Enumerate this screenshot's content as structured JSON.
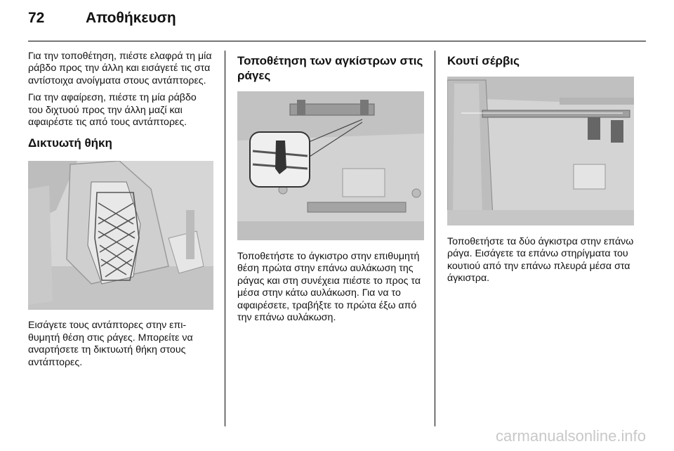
{
  "header": {
    "page_number": "72",
    "section_title": "Αποθήκευση"
  },
  "col1": {
    "p1": "Για την τοποθέτηση, πιέστε ελαφρά τη μία ράβδο προς την άλλη και εισάγετέ τις στα αντίστοιχα ανοίγματα στους αντάπτορες.",
    "p2": "Για την αφαίρεση, πιέστε τη μία ράβδο του διχτυού προς την άλλη μαζί και αφαιρέστε τις από τους αντάπτορες.",
    "heading": "Δικτυωτή θήκη",
    "p3": "Εισάγετε τους αντάπτορες στην επι­θυμητή θέση στις ράγες. Μπορείτε να αναρτήσετε τη δικτυωτή θήκη στους αντάπτορες."
  },
  "col2": {
    "heading": "Τοποθέτηση των αγκίστρων στις ράγες",
    "p1": "Τοποθετήστε το άγκιστρο στην επιθυ­μητή θέση πρώτα στην επάνω αυλά­κωση της ράγας και στη συνέχεια πιέ­στε το προς τα μέσα στην κάτω αυλά­κωση. Για να το αφαιρέσετε, τραβήξτε το πρώτα έξω από την επάνω αυλά­κωση."
  },
  "col3": {
    "heading": "Κουτί σέρβις",
    "p1": "Τοποθετήστε τα δύο άγκιστρα στην επάνω ράγα. Εισάγετε τα επάνω στη­ρίγματα του κουτιού από την επάνω πλευρά μέσα στα άγκιστρα."
  },
  "footer": {
    "watermark": "carmanualsonline.info"
  }
}
